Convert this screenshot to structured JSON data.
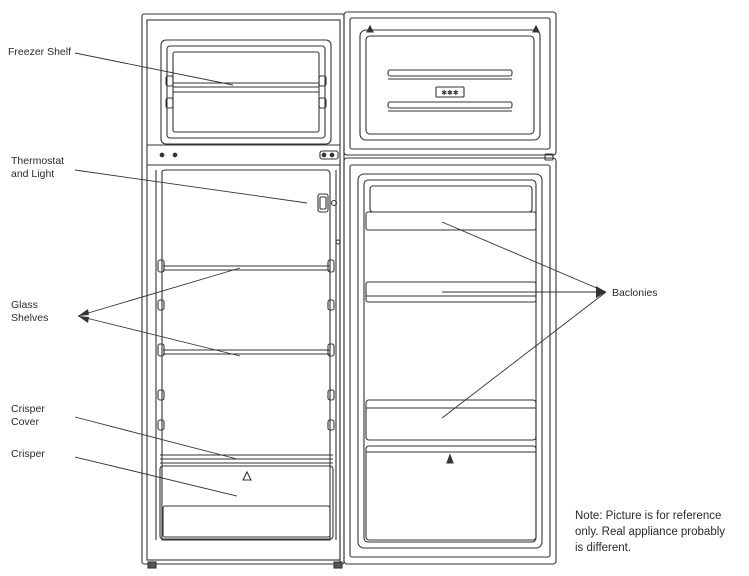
{
  "labels": {
    "freezer_shelf": "Freezer Shelf",
    "thermostat_line1": "Thermostat",
    "thermostat_line2": "and Light",
    "glass_line1": "Glass",
    "glass_line2": "Shelves",
    "crisper_cover_line1": "Crisper",
    "crisper_cover_line2": "Cover",
    "crisper": "Crisper",
    "balconies": "Baclonies"
  },
  "note": {
    "line1": "Note: Picture is for reference",
    "line2": "only. Real appliance probably",
    "line3": "is different."
  }
}
